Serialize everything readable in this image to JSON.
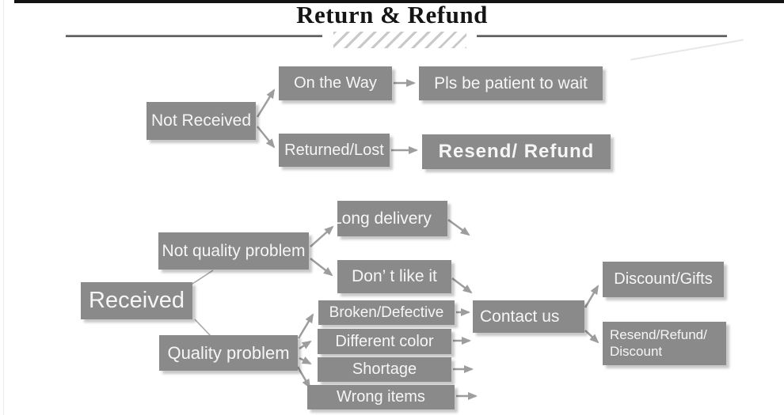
{
  "title": "Return & Refund",
  "nodes": {
    "not_received": "Not Received",
    "on_the_way": "On the Way",
    "pls_wait": "Pls be patient to wait",
    "returned_lost": "Returned/Lost",
    "resend_refund": "Resend/ Refund",
    "received": "Received",
    "not_quality_problem": "Not quality problem",
    "quality_problem": "Quality problem",
    "long_delivery": "Long delivery",
    "dont_like_it": "Don’ t like it",
    "broken_defective": "Broken/Defective",
    "different_color": "Different color",
    "shortage": "Shortage",
    "wrong_items": "Wrong items",
    "contact_us": "Contact us",
    "discount_gifts": "Discount/Gifts",
    "resend_refund_discount_line1": "Resend/Refund/",
    "resend_refund_discount_line2": "Discount"
  },
  "edges": [
    {
      "from": "Not Received",
      "to": "On the Way"
    },
    {
      "from": "Not Received",
      "to": "Returned/Lost"
    },
    {
      "from": "On the Way",
      "to": "Pls be patient to wait"
    },
    {
      "from": "Returned/Lost",
      "to": "Resend/ Refund"
    },
    {
      "from": "Received",
      "to": "Not quality problem"
    },
    {
      "from": "Received",
      "to": "Quality problem"
    },
    {
      "from": "Not quality problem",
      "to": "Long delivery"
    },
    {
      "from": "Not quality problem",
      "to": "Don’ t like it"
    },
    {
      "from": "Long delivery",
      "to": "Contact us"
    },
    {
      "from": "Don’ t like it",
      "to": "Contact us"
    },
    {
      "from": "Quality problem",
      "to": "Broken/Defective"
    },
    {
      "from": "Quality problem",
      "to": "Different color"
    },
    {
      "from": "Quality problem",
      "to": "Shortage"
    },
    {
      "from": "Quality problem",
      "to": "Wrong items"
    },
    {
      "from": "Broken/Defective",
      "to": "Contact us"
    },
    {
      "from": "Different color",
      "to": "Contact us"
    },
    {
      "from": "Shortage",
      "to": "Contact us"
    },
    {
      "from": "Wrong items",
      "to": "Contact us"
    },
    {
      "from": "Contact us",
      "to": "Discount/Gifts"
    },
    {
      "from": "Contact us",
      "to": "Resend/Refund/ Discount"
    }
  ],
  "colors": {
    "node_bg": "#8a8a8a",
    "node_text": "#f6f6f6",
    "arrow": "#9d9d9d",
    "title_text": "#151515",
    "rule": "#5f5f5f",
    "hatch": "#c9c9c9",
    "top_bar": "#131313"
  }
}
